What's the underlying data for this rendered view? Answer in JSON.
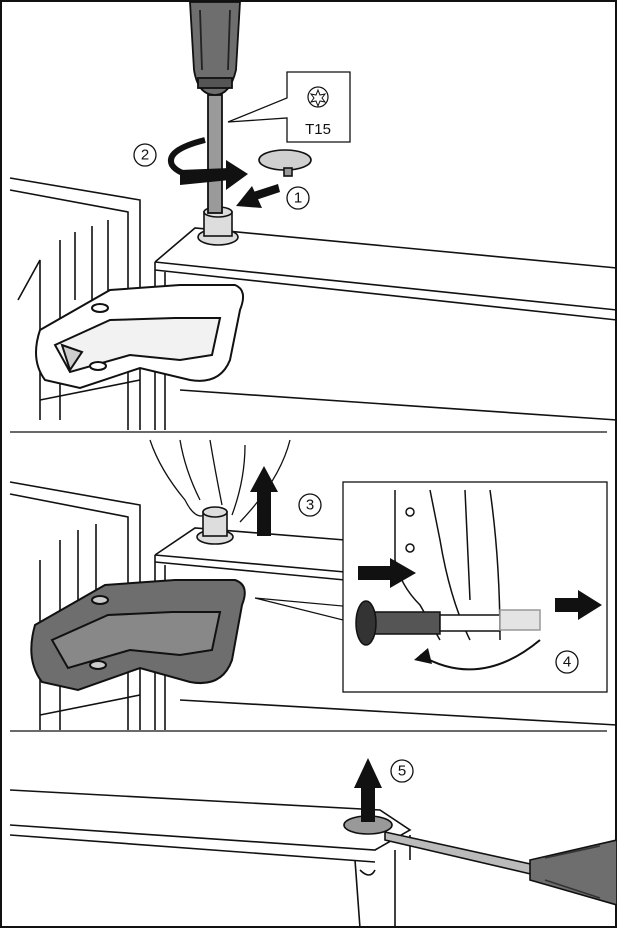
{
  "panels": [
    {
      "id": "top",
      "steps": [
        "1",
        "2"
      ],
      "callout": {
        "tool_icon": "torx-icon",
        "tool_size": "T15"
      }
    },
    {
      "id": "middle",
      "steps": [
        "3",
        "4"
      ]
    },
    {
      "id": "bottom",
      "steps": [
        "5"
      ]
    }
  ],
  "colors": {
    "ink": "#111111",
    "background": "#ffffff",
    "dark_part": "#6e6e6e",
    "light_part": "#d7d7d7"
  }
}
